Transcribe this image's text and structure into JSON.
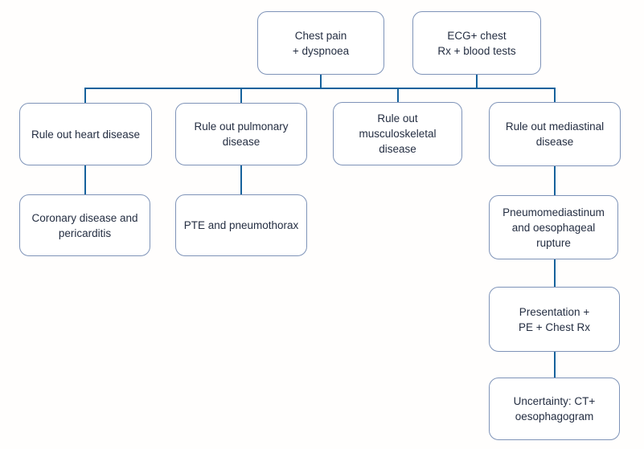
{
  "diagram": {
    "title": "Chest pain with dyspnoea diagnostic flowchart",
    "type": "flowchart"
  },
  "colors": {
    "background": "#fffefd",
    "node_border": "#7e93b8",
    "connector_line": "#16629c",
    "text": "#242e42"
  },
  "nodes": [
    {
      "id": "chest-pain",
      "label": "Chest pain\n+ dyspnoea"
    },
    {
      "id": "ecg",
      "label": "ECG+ chest\nRx + blood tests"
    },
    {
      "id": "heart",
      "label": "Rule out heart disease"
    },
    {
      "id": "pulmonary",
      "label": "Rule out pulmonary\ndisease"
    },
    {
      "id": "musculoskeletal",
      "label": "Rule out\nmusculoskeletal\ndisease"
    },
    {
      "id": "mediastinal",
      "label": "Rule out mediastinal\ndisease"
    },
    {
      "id": "coronary",
      "label": "Coronary disease and\npericarditis"
    },
    {
      "id": "pte",
      "label": "PTE and pneumothorax"
    },
    {
      "id": "pneumomediastinum",
      "label": "Pneumomediastinum\nand oesophageal\nrupture"
    },
    {
      "id": "presentation",
      "label": "Presentation +\nPE + Chest Rx"
    },
    {
      "id": "uncertainty",
      "label": "Uncertainty: CT+\noesophagogram"
    }
  ],
  "edges": [
    {
      "from": "chest-pain",
      "to": "branch-bar"
    },
    {
      "from": "ecg",
      "to": "branch-bar"
    },
    {
      "from": "branch-bar",
      "to": "heart"
    },
    {
      "from": "branch-bar",
      "to": "pulmonary"
    },
    {
      "from": "branch-bar",
      "to": "musculoskeletal"
    },
    {
      "from": "branch-bar",
      "to": "mediastinal"
    },
    {
      "from": "heart",
      "to": "coronary"
    },
    {
      "from": "pulmonary",
      "to": "pte"
    },
    {
      "from": "mediastinal",
      "to": "pneumomediastinum"
    },
    {
      "from": "pneumomediastinum",
      "to": "presentation"
    },
    {
      "from": "presentation",
      "to": "uncertainty"
    }
  ]
}
